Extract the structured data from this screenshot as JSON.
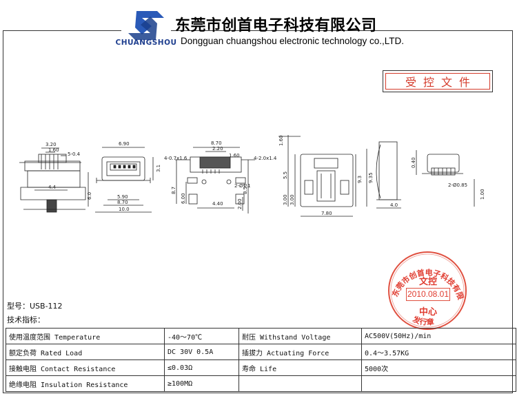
{
  "header": {
    "logo_text": "CHUANGSHOU",
    "company_cn": "东莞市创首电子科技有限公司",
    "company_en": "Dongguan chuangshou electronic technology co.,LTD."
  },
  "controlled_label": "受控文件",
  "drawing": {
    "view1": [
      "3.20",
      "1.60",
      "5-0.4",
      "4.4",
      "6.0"
    ],
    "view2": [
      "6.90",
      "3.1",
      "5.90",
      "8.70",
      "10.0"
    ],
    "view3": [
      "8.70",
      "2.20",
      "1.60",
      "4-0.7x1.6",
      "4-2.0x1.4",
      "2-Ø1.1",
      "8.7",
      "6.00",
      "4.40",
      "2.00",
      "8.50"
    ],
    "view4": [
      "1.60",
      "5.5",
      "9.3",
      "9.35",
      "3.00",
      "3.00",
      "7.80"
    ],
    "view5": [
      "0.40",
      "2-Ø0.85",
      "1.00",
      "4.0"
    ]
  },
  "stamp": {
    "ring_text": "东莞市创首电子科技有限公司",
    "line1": "文控",
    "date": "2010.08.01",
    "line2": "中心",
    "bottom_text": "发行章"
  },
  "model_line": "型号：USB-112",
  "tech_line": "技术指标：",
  "spec": {
    "rows": [
      [
        "使用温度范围 Temperature",
        "-40～70℃",
        "耐压 Withstand Voltage",
        "AC500V(50Hz)/min"
      ],
      [
        "额定负荷 Rated Load",
        "DC 30V 0.5A",
        "插拔力 Actuating Force",
        "0.4～3.57KG"
      ],
      [
        "接触电阻 Contact Resistance",
        "≤0.03Ω",
        "寿命 Life",
        "5000次"
      ],
      [
        "绝缘电阻 Insulation Resistance",
        "≥100MΩ",
        "",
        ""
      ]
    ]
  },
  "colors": {
    "brand_blue": "#1f3f8f",
    "stamp_red": "#e03c30"
  }
}
